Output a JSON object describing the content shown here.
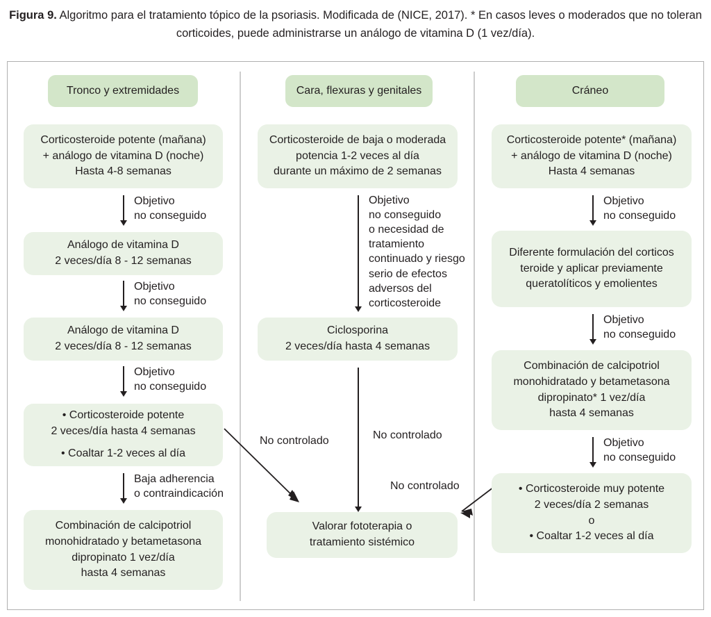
{
  "caption": {
    "label": "Figura 9.",
    "text": " Algoritmo para el tratamiento tópico de la psoriasis. Modificada de (NICE, 2017). * En casos leves o moderados que no toleran corticoides, puede administrarse un análogo de vitamina D (1 vez/día)."
  },
  "colors": {
    "header_box": "#d3e6c9",
    "body_box": "#eaf2e6",
    "frame_border": "#b0b0b0",
    "divider": "#cdcdcd",
    "text": "#231f20",
    "arrow": "#231f20"
  },
  "columns": [
    {
      "id": "tronco",
      "header": "Tronco y extremidades",
      "nodes": [
        {
          "id": "c1-n1",
          "lines": [
            "Corticosteroide potente (mañana)",
            "+ análogo de vitamina D (noche)",
            "Hasta 4-8 semanas"
          ]
        },
        {
          "id": "c1-n2",
          "lines": [
            "Análogo de vitamina D",
            "2 veces/día 8 - 12 semanas"
          ]
        },
        {
          "id": "c1-n3",
          "lines": [
            "Análogo de vitamina D",
            "2 veces/día 8 - 12 semanas"
          ]
        },
        {
          "id": "c1-n4",
          "lines": [
            "• Corticosteroide potente",
            "2 veces/día hasta 4 semanas",
            "",
            "• Coaltar 1-2 veces al día"
          ]
        },
        {
          "id": "c1-n5",
          "lines": [
            "Combinación de calcipotriol",
            "monohidratado y betametasona",
            "dipropinato 1 vez/día",
            "hasta 4 semanas"
          ]
        }
      ],
      "arrow_labels": [
        {
          "id": "c1-a1",
          "lines": [
            "Objetivo",
            "no conseguido"
          ]
        },
        {
          "id": "c1-a2",
          "lines": [
            "Objetivo",
            "no conseguido"
          ]
        },
        {
          "id": "c1-a3",
          "lines": [
            "Objetivo",
            "no conseguido"
          ]
        },
        {
          "id": "c1-a4",
          "lines": [
            "Baja adherencia",
            "o contraindicación"
          ]
        }
      ]
    },
    {
      "id": "cara",
      "header": "Cara, flexuras y genitales",
      "nodes": [
        {
          "id": "c2-n1",
          "lines": [
            "Corticosteroide de baja o moderada",
            "potencia 1-2 veces al día",
            "durante un máximo de 2 semanas"
          ]
        },
        {
          "id": "c2-n2",
          "lines": [
            "Ciclosporina",
            "2 veces/día hasta 4 semanas"
          ]
        },
        {
          "id": "c2-n3",
          "lines": [
            "Valorar fototerapia o",
            "tratamiento sistémico"
          ]
        }
      ],
      "arrow_labels": [
        {
          "id": "c2-a1",
          "lines": [
            "Objetivo",
            "no conseguido",
            "o necesidad de",
            "tratamiento",
            "continuado y riesgo",
            "serio de efectos",
            "adversos del",
            "corticosteroide"
          ]
        },
        {
          "id": "c2-a2",
          "lines": [
            "No controlado"
          ]
        }
      ]
    },
    {
      "id": "craneo",
      "header": "Cráneo",
      "nodes": [
        {
          "id": "c3-n1",
          "lines": [
            "Corticosteroide potente* (mañana)",
            "+ análogo de vitamina D (noche)",
            "Hasta 4 semanas"
          ]
        },
        {
          "id": "c3-n2",
          "lines": [
            "Diferente formulación del corticos",
            "teroide y aplicar previamente",
            "queratolíticos y emolientes"
          ]
        },
        {
          "id": "c3-n3",
          "lines": [
            "Combinación de calcipotriol",
            "monohidratado y betametasona",
            "dipropinato* 1 vez/día",
            "hasta 4 semanas"
          ]
        },
        {
          "id": "c3-n4",
          "lines": [
            "• Corticosteroide muy potente",
            "2 veces/día 2 semanas",
            "o",
            "• Coaltar 1-2 veces al día"
          ]
        }
      ],
      "arrow_labels": [
        {
          "id": "c3-a1",
          "lines": [
            "Objetivo",
            "no conseguido"
          ]
        },
        {
          "id": "c3-a2",
          "lines": [
            "Objetivo",
            "no conseguido"
          ]
        },
        {
          "id": "c3-a3",
          "lines": [
            "Objetivo",
            "no conseguido"
          ]
        }
      ]
    }
  ],
  "cross_labels": {
    "left_diagonal": "No controlado",
    "right_diagonal": "No controlado"
  }
}
